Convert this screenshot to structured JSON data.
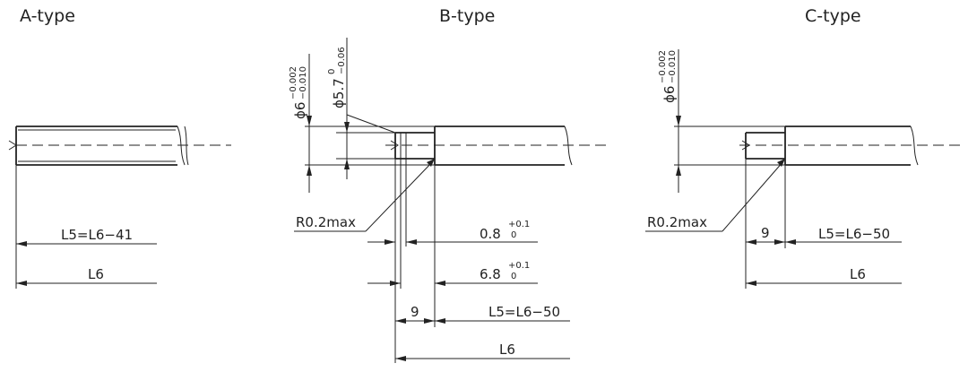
{
  "types": [
    {
      "title": "A-type",
      "dims": {
        "len_partial": "L5=L6−41",
        "len_full": "L6"
      }
    },
    {
      "title": "B-type",
      "diameter_big": {
        "value": "ϕ6",
        "tol_upper": "−0.002",
        "tol_lower": "−0.010"
      },
      "diameter_small": {
        "value": "ϕ5.7",
        "tol_upper": "0",
        "tol_lower": "−0.06"
      },
      "radius": "R0.2max",
      "dim_08": {
        "value": "0.8",
        "tol_upper": "+0.1",
        "tol_lower": "0"
      },
      "dim_68": {
        "value": "6.8",
        "tol_upper": "+0.1",
        "tol_lower": "0"
      },
      "dim_step": "9",
      "dims": {
        "len_partial": "L5=L6−50",
        "len_full": "L6"
      }
    },
    {
      "title": "C-type",
      "diameter_big": {
        "value": "ϕ6",
        "tol_upper": "−0.002",
        "tol_lower": "−0.010"
      },
      "radius": "R0.2max",
      "dim_step": "9",
      "dims": {
        "len_partial": "L5=L6−50",
        "len_full": "L6"
      }
    }
  ]
}
